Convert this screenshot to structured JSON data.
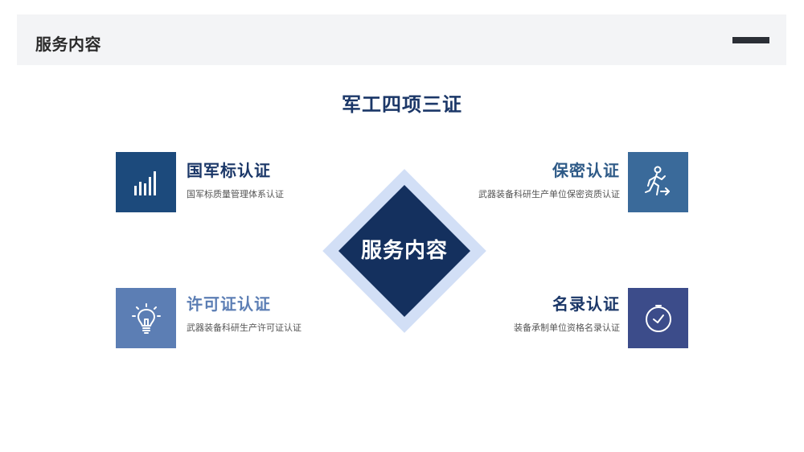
{
  "header": {
    "title": "服务内容"
  },
  "main": {
    "title": "军工四项三证",
    "center_label": "服务内容"
  },
  "items": [
    {
      "title": "国军标认证",
      "desc": "国军标质量管理体系认证",
      "icon": "bar-chart-icon"
    },
    {
      "title": "保密认证",
      "desc": "武器装备科研生产单位保密资质认证",
      "icon": "running-person-icon"
    },
    {
      "title": "许可证认证",
      "desc": "武器装备科研生产许可证认证",
      "icon": "lightbulb-icon"
    },
    {
      "title": "名录认证",
      "desc": "装备承制单位资格名录认证",
      "icon": "clock-icon"
    }
  ],
  "colors": {
    "header_bg": "#f3f4f6",
    "title": "#1b3768",
    "diamond_outer": "#d2dff6",
    "diamond_inner": "#14305e",
    "box_1": "#1c4a7c",
    "box_2": "#3a6a9a",
    "box_3": "#5c7eb4",
    "box_4": "#3c4c8a"
  }
}
